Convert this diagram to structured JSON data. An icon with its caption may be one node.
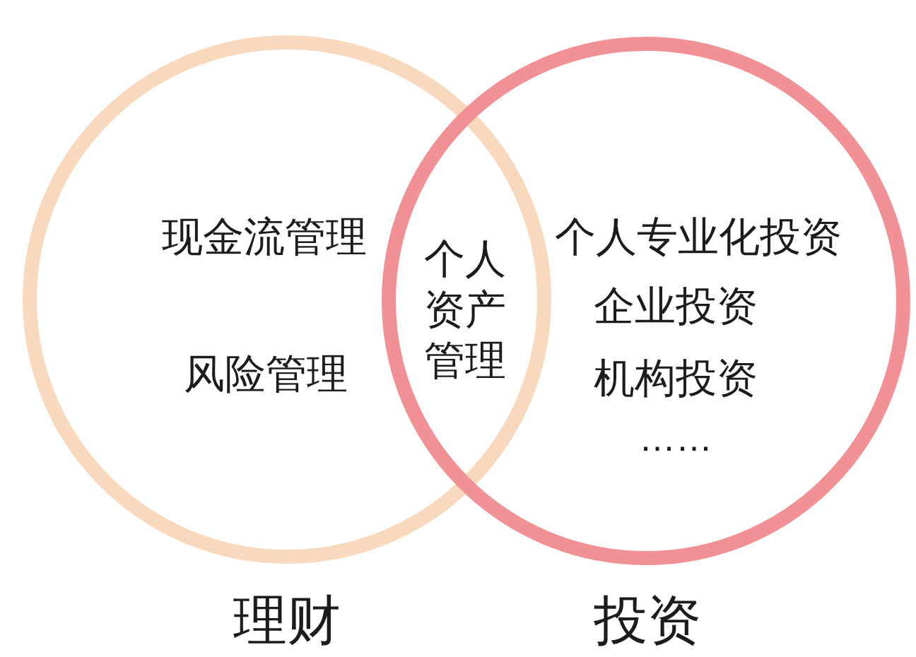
{
  "diagram": {
    "nodes": [
      {
        "text": [
          "现金流管理",
          "风险管理",
          "理财"
        ]
      },
      {
        "text": [
          "个人专业化投资",
          "企业投资",
          "机构投资",
          "……",
          "投资"
        ]
      }
    ],
    "labels": [
      "个人资产管理"
    ]
  }
}
